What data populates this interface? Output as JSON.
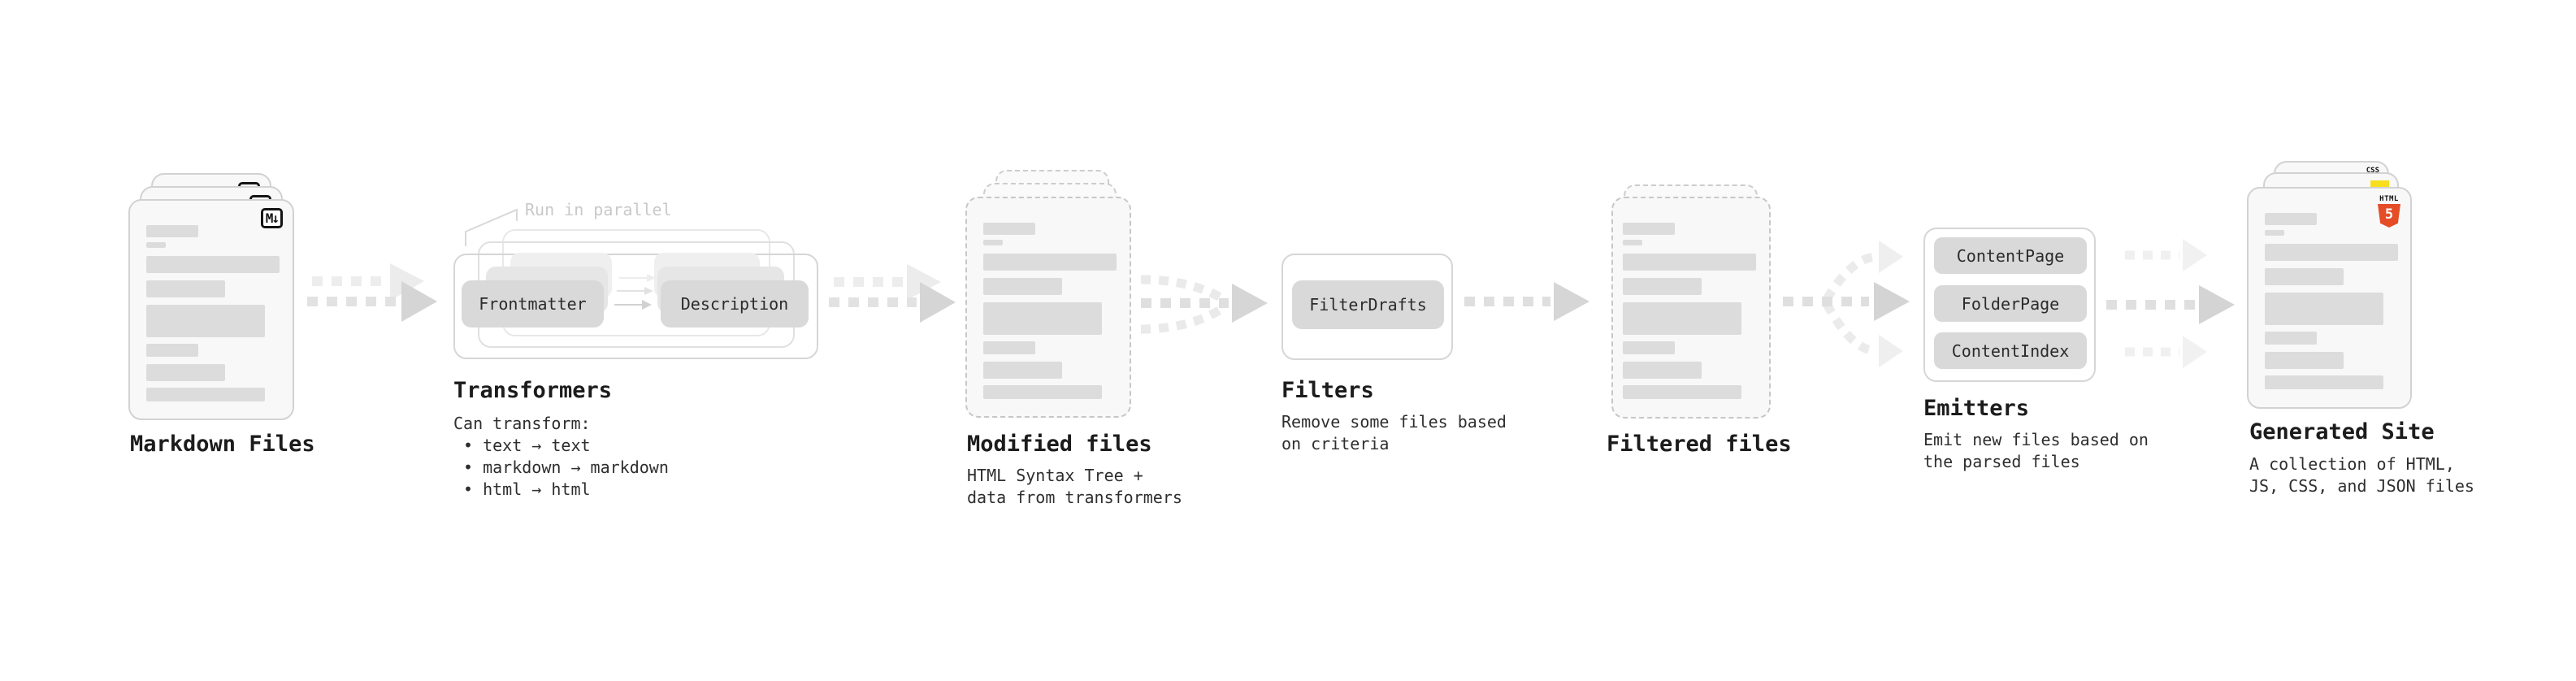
{
  "colors": {
    "html5_orange": "#e44d26",
    "js_yellow": "#f7df1e",
    "css_blue": "#2d6ff2",
    "node_gray": "#d9d9d9",
    "arrow_gray": "#d6d6d6",
    "text_dark": "#1c1c1c"
  },
  "stages": {
    "markdown": {
      "title": "Markdown Files",
      "badge": "M↓"
    },
    "transformers": {
      "title": "Transformers",
      "annotation": "Run in parallel",
      "left_box": "Frontmatter",
      "right_box": "Description",
      "caption_heading": "Can transform:",
      "bullets": [
        "• text → text",
        "• markdown → markdown",
        "• html → html"
      ]
    },
    "modified": {
      "title": "Modified files",
      "caption": [
        "HTML Syntax Tree +",
        "data from transformers"
      ]
    },
    "filters": {
      "title": "Filters",
      "box": "FilterDrafts",
      "caption": [
        "Remove some files based",
        "on criteria"
      ]
    },
    "filtered": {
      "title": "Filtered files"
    },
    "emitters": {
      "title": "Emitters",
      "boxes": [
        "ContentPage",
        "FolderPage",
        "ContentIndex"
      ],
      "caption": [
        "Emit new files based on",
        "the parsed files"
      ]
    },
    "generated": {
      "title": "Generated Site",
      "badges": {
        "css": "CSS",
        "html": "HTML",
        "html_number": "5"
      },
      "caption": [
        "A collection of HTML,",
        "JS, CSS, and JSON files"
      ]
    }
  }
}
